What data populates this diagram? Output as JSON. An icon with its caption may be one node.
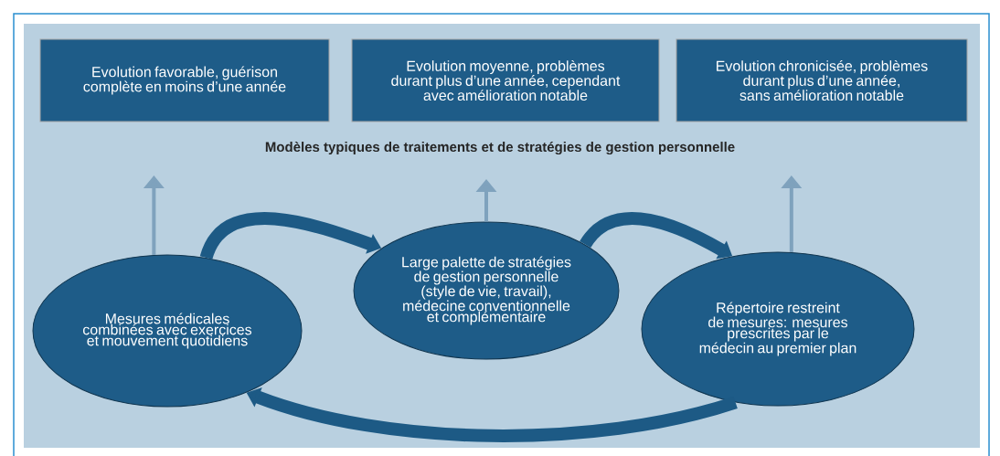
{
  "diagram": {
    "title": "Modèles typiques de traitements et de stratégies de gestion personnelle",
    "nodes": [
      {
        "text": [
          "Evolution favorable, guérison complète en moins d’une année"
        ]
      },
      {
        "text": [
          "Evolution moyenne, problèmes durant plus d’une année, cependant avec amélioration notable"
        ]
      },
      {
        "text": [
          "Evolution chronicisée, problèmes durant plus d’une année, sans amélioration notable"
        ]
      },
      {
        "text": [
          "Mesures médicales combinées avec exercices et mouvement quotidiens"
        ]
      },
      {
        "text": [
          "Large palette de stratégies de gestion personnelle (style de vie, travail), médecine conventionnelle et complémentaire"
        ]
      },
      {
        "text": [
          "Répertoire restreint de mesures: mesures prescrites par le médecin au premier plan"
        ]
      }
    ],
    "edges": [
      {
        "from": 3,
        "to": null,
        "arrow": "to"
      },
      {
        "from": 4,
        "to": null,
        "arrow": "to"
      },
      {
        "from": 5,
        "to": null,
        "arrow": "to"
      },
      {
        "from": 3,
        "to": 4,
        "arrow": "to",
        "style": "thick",
        "color": "#1d5a85"
      },
      {
        "from": 4,
        "to": 5,
        "arrow": "to",
        "style": "thick",
        "color": "#1d5a85"
      },
      {
        "from": 5,
        "to": 3,
        "arrow": "to",
        "style": "thick",
        "color": "#1d5a85"
      }
    ]
  }
}
